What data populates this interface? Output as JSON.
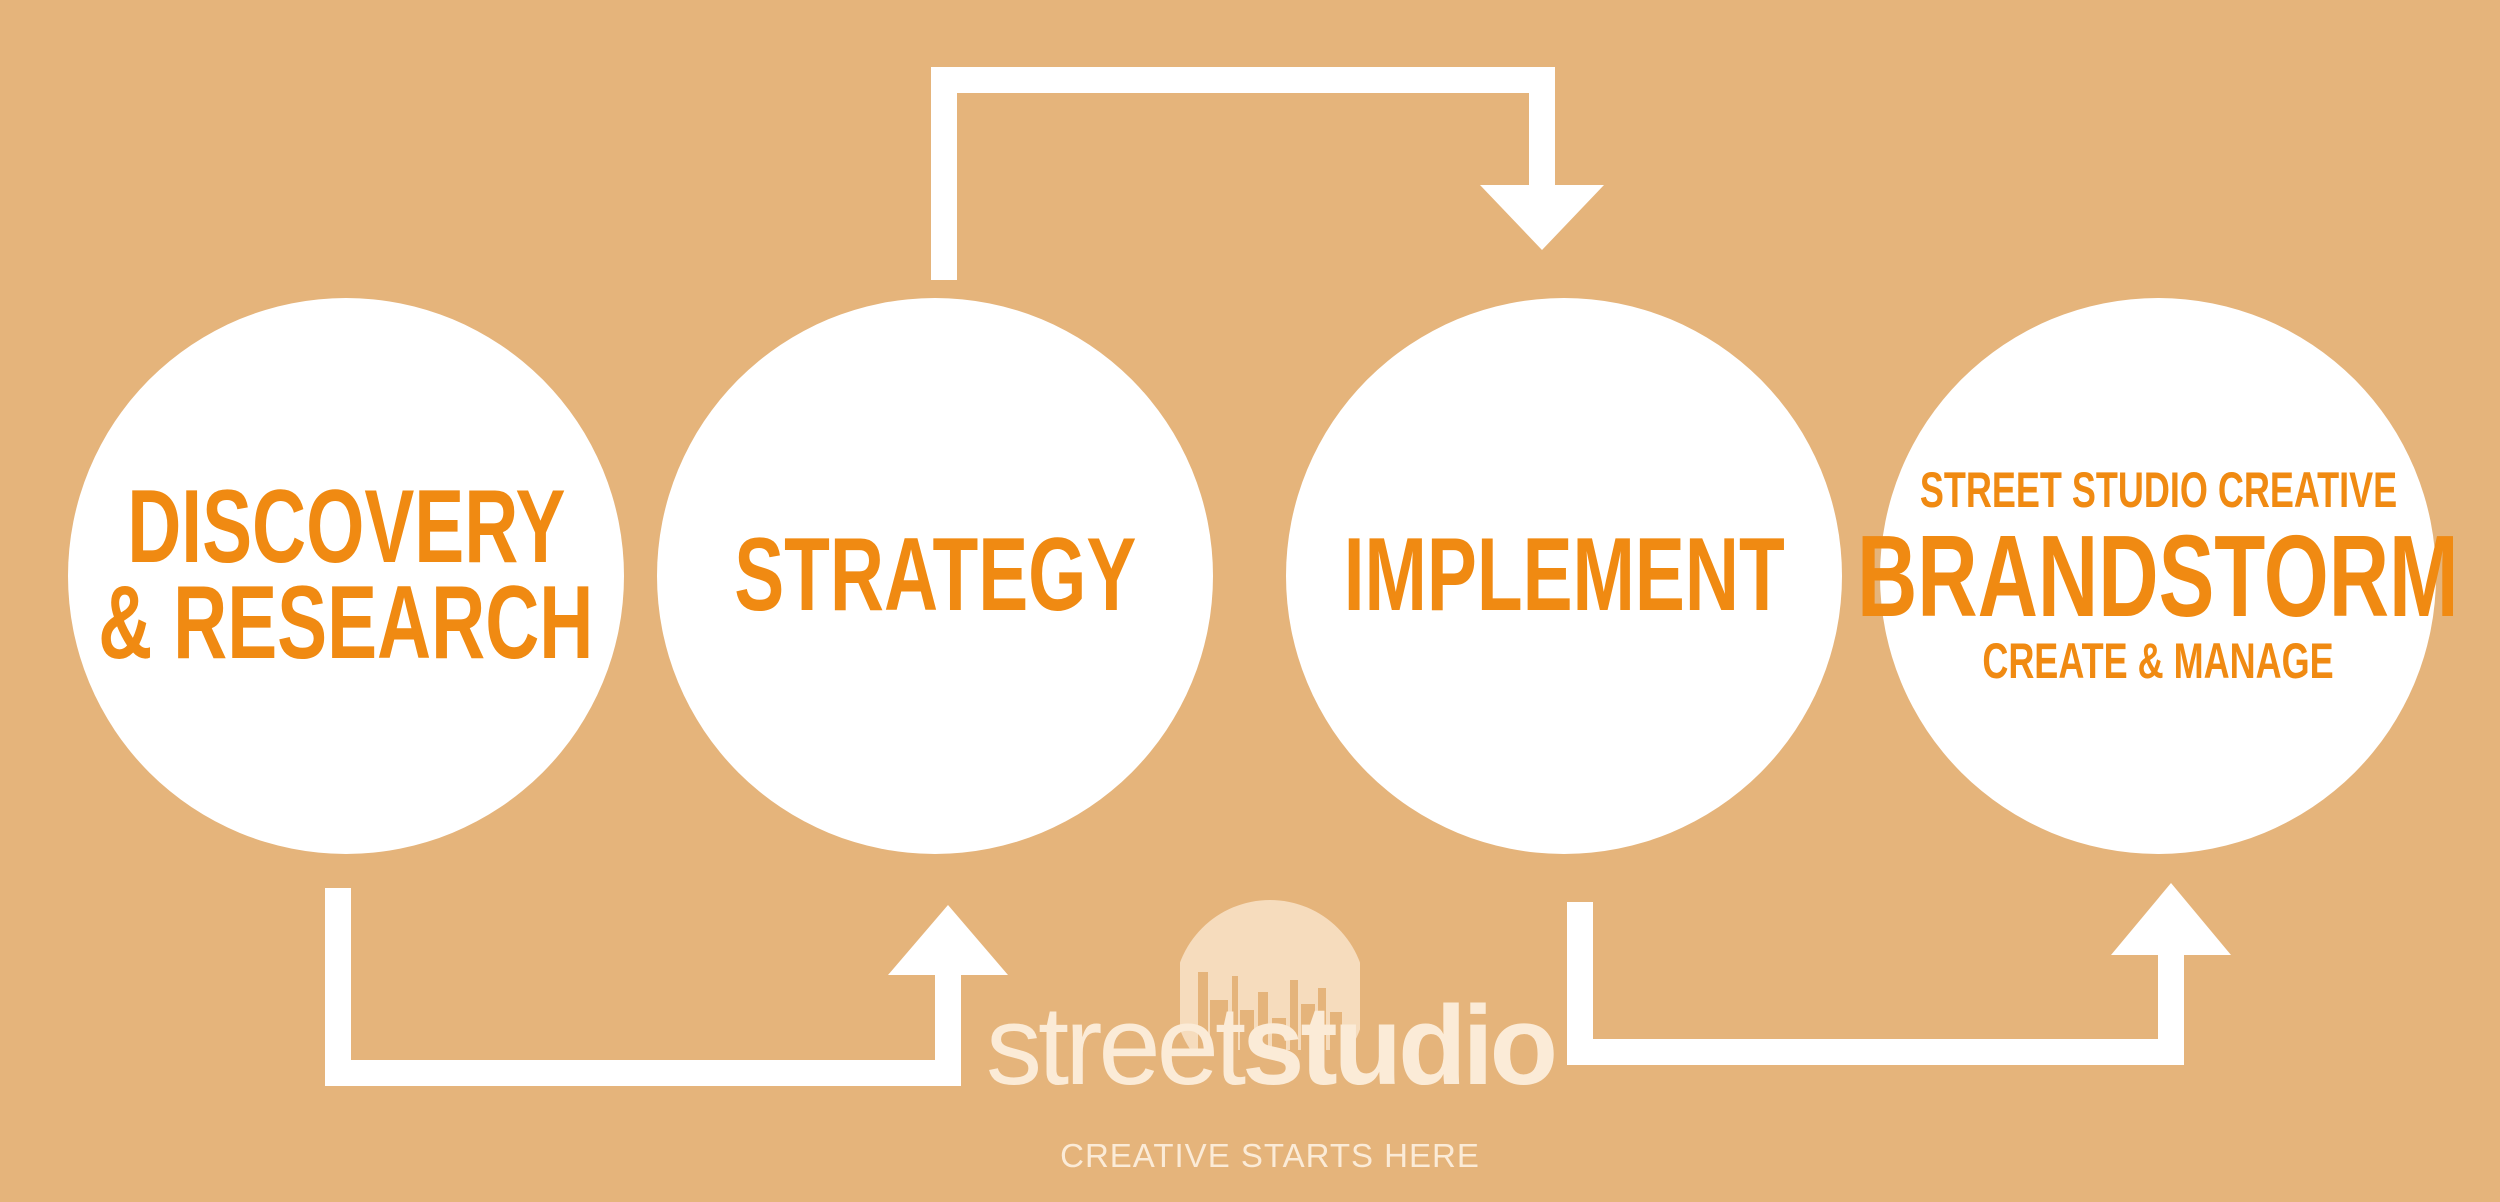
{
  "colors": {
    "background": "#E5B47B",
    "circle": "#FFFFFF",
    "accent": "#F08A12",
    "logo": "#FBEBD7"
  },
  "steps": [
    {
      "lines": [
        "DISCOVERY",
        "& RESEARCH"
      ]
    },
    {
      "lines": [
        "STRATEGY"
      ]
    },
    {
      "lines": [
        "IMPLEMENT"
      ]
    },
    {
      "top": "STREET STUDIO CREATIVE",
      "name": "BRANDSTORM",
      "bottom": "CREATE & MANAGE"
    }
  ],
  "logo": {
    "word_light": "street",
    "word_bold": "studio",
    "tagline": "CREATIVE STARTS HERE"
  }
}
